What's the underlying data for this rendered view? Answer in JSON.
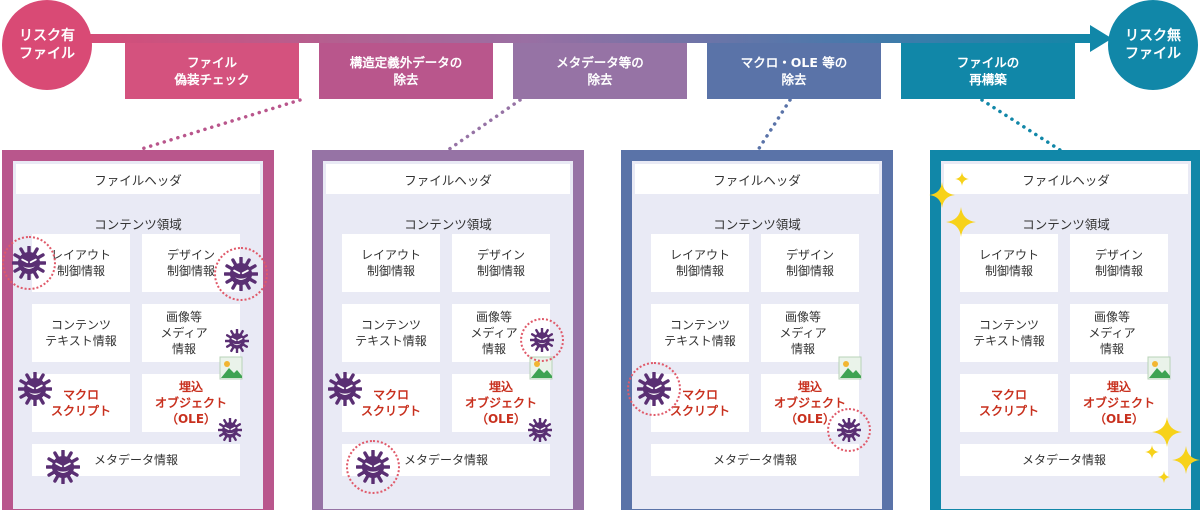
{
  "flow": {
    "start_label": "リスク有\nファイル",
    "end_label": "リスク無\nファイル",
    "start_color": "#d94a75",
    "end_color": "#1187a8",
    "steps": [
      {
        "label": "ファイル\n偽装チェック",
        "color": "#d4527e"
      },
      {
        "label": "構造定義外データの\n除去",
        "color": "#b9568c"
      },
      {
        "label": "メタデータ等の\n除去",
        "color": "#9673a5"
      },
      {
        "label": "マクロ・OLE 等の\n除去",
        "color": "#5a73a8"
      },
      {
        "label": "ファイルの\n再構築",
        "color": "#1187a8"
      }
    ]
  },
  "panels": [
    {
      "border_color": "#b9568c"
    },
    {
      "border_color": "#9673a5"
    },
    {
      "border_color": "#5a73a8"
    },
    {
      "border_color": "#1187a8"
    }
  ],
  "panel_text": {
    "header": "ファイルヘッダ",
    "content_title": "コンテンツ領域",
    "layout": "レイアウト\n制御情報",
    "design": "デザイン\n制御情報",
    "content_text": "コンテンツ\nテキスト情報",
    "media": "画像等\nメディア\n情報",
    "macro": "マクロ\nスクリプト",
    "ole": "埋込\nオブジェクト\n（OLE）",
    "metadata": "メタデータ情報"
  },
  "icons": {
    "threat": "virus-icon",
    "image": "image-icon",
    "clean": "sparkle-icon",
    "threat_color": "#5a2f73",
    "highlight_ring_color": "#e05a6a",
    "sparkle_color": "#f7d21a"
  }
}
